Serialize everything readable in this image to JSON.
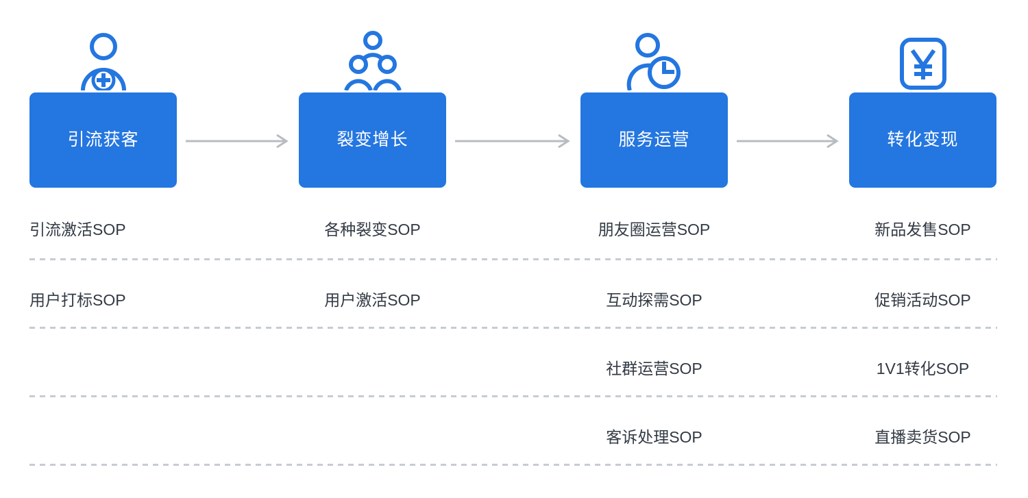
{
  "theme": {
    "background": "#ffffff",
    "accent_blue": "#2476e0",
    "box_text": "#ffffff",
    "body_text": "#333a44",
    "divider": "#c7cbd4",
    "arrow": "#b8bcc2"
  },
  "flow": {
    "stages": [
      {
        "id": "acquisition",
        "label": "引流获客",
        "icon": "user-add-icon",
        "items": [
          "引流激活SOP",
          "用户打标SOP",
          "",
          ""
        ]
      },
      {
        "id": "fission-growth",
        "label": "裂变增长",
        "icon": "user-group-icon",
        "items": [
          "各种裂变SOP",
          "用户激活SOP",
          "",
          ""
        ]
      },
      {
        "id": "service-operation",
        "label": "服务运营",
        "icon": "user-clock-icon",
        "items": [
          "朋友圈运营SOP",
          "互动探需SOP",
          "社群运营SOP",
          "客诉处理SOP"
        ]
      },
      {
        "id": "conversion-monetization",
        "label": "转化变现",
        "icon": "yuan-currency-icon",
        "items": [
          "新品发售SOP",
          "促销活动SOP",
          "1V1转化SOP",
          "直播卖货SOP"
        ]
      }
    ],
    "connectors": [
      {
        "id": "arrow-1",
        "icon": "arrow-right-icon"
      },
      {
        "id": "arrow-2",
        "icon": "arrow-right-icon"
      },
      {
        "id": "arrow-3",
        "icon": "arrow-right-icon"
      }
    ]
  }
}
